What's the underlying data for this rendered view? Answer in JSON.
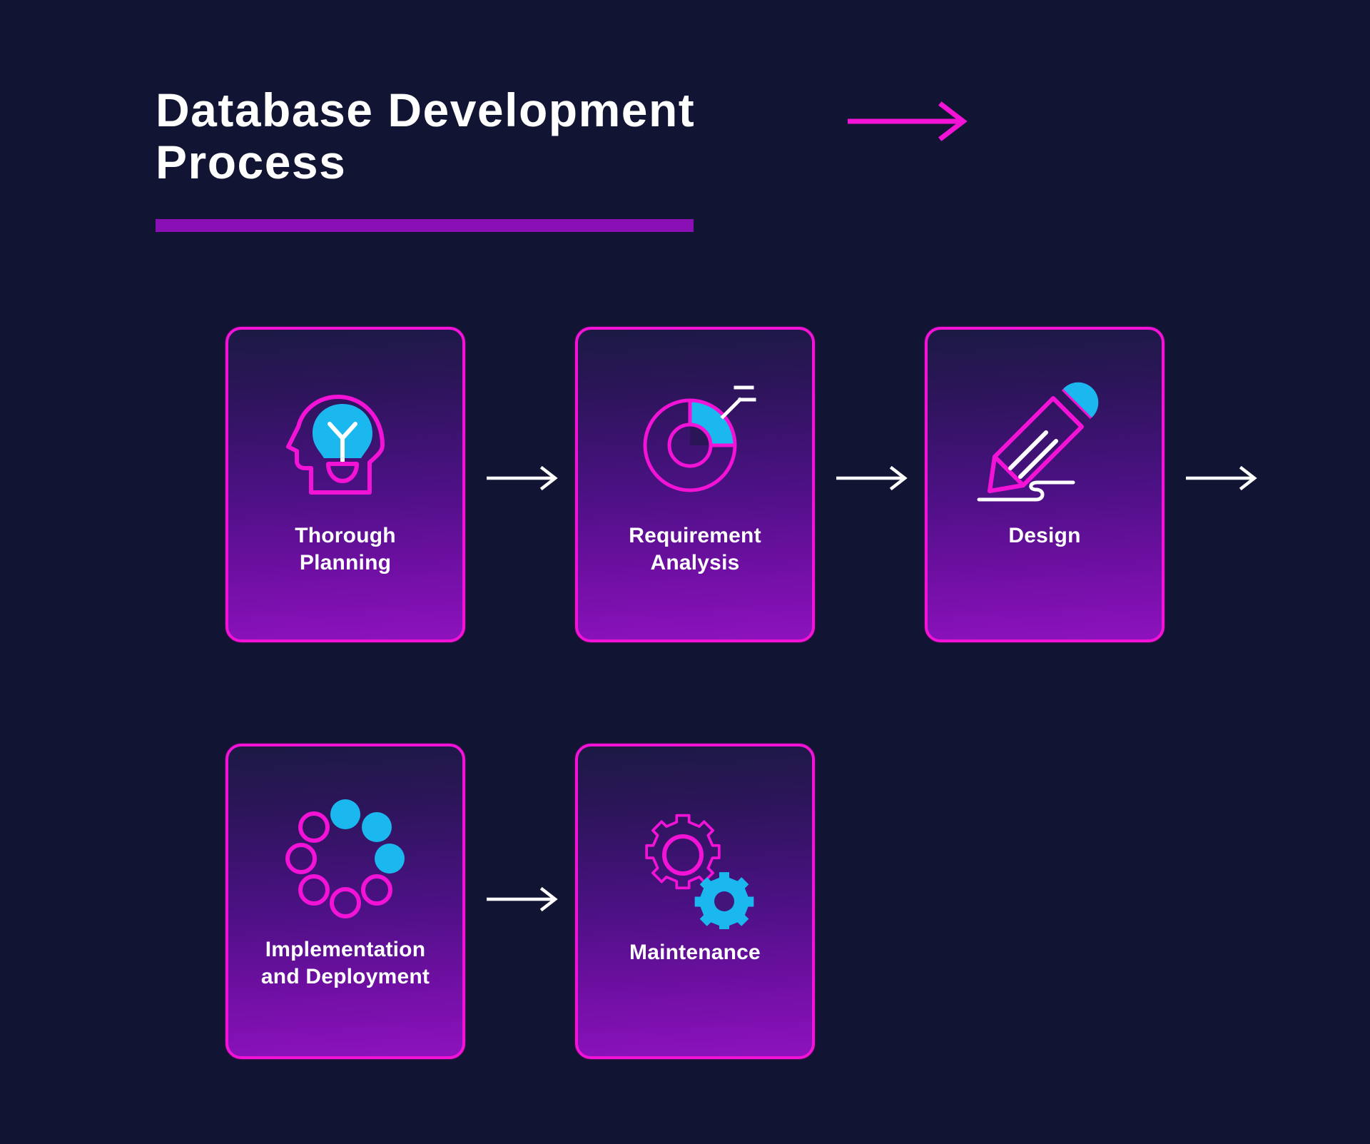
{
  "header": {
    "title": "Database Development\nProcess",
    "arrow_icon": "arrow-right-icon",
    "underline_color": "#8A10B5",
    "arrow_color": "#F213D6"
  },
  "theme": {
    "background": "#111432",
    "magenta": "#F213D6",
    "cyan": "#1BB8EF",
    "purple": "#8A10B5",
    "white": "#FFFFFF",
    "card_gradient_start": "#1B1A44",
    "card_gradient_end": "#8E12BE"
  },
  "flow": {
    "steps": [
      {
        "index": 1,
        "label": "Thorough\nPlanning",
        "icon": "head-lightbulb-icon"
      },
      {
        "index": 2,
        "label": "Requirement\nAnalysis",
        "icon": "donut-chart-icon"
      },
      {
        "index": 3,
        "label": "Design",
        "icon": "pencil-icon"
      },
      {
        "index": 4,
        "label": "Implementation\nand Deployment",
        "icon": "loading-spinner-icon"
      },
      {
        "index": 5,
        "label": "Maintenance",
        "icon": "gears-icon"
      }
    ],
    "connectors": [
      {
        "icon": "arrow-right-icon",
        "from": "Thorough Planning",
        "to": "Requirement Analysis"
      },
      {
        "icon": "arrow-right-icon",
        "from": "Requirement Analysis",
        "to": "Design"
      },
      {
        "icon": "arrow-right-icon",
        "from": "Design",
        "to": "Implementation and Deployment"
      },
      {
        "icon": "arrow-right-icon",
        "from": "Implementation and Deployment",
        "to": "Maintenance"
      }
    ]
  }
}
